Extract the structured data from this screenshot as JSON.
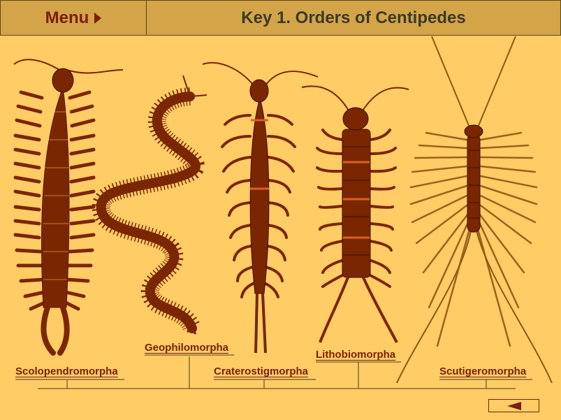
{
  "header": {
    "menu_label": "Menu",
    "title": "Key 1. Orders of Centipedes"
  },
  "orders": {
    "scolopendromorpha": "Scolopendromorpha",
    "geophilomorpha": "Geophilomorpha",
    "craterostigmorpha": "Craterostigmorpha",
    "lithobiomorpha": "Lithobiomorpha",
    "scutigeromorpha": "Scutigeromorpha"
  },
  "icons": {
    "menu_arrow": "triangle-right-icon",
    "back_arrow": "triangle-left-icon"
  },
  "colors": {
    "background": "#FFCC66",
    "header_bg": "#D4A448",
    "body_brown": "#7A2600",
    "label_red": "#7A1F0A",
    "title_text": "#3B3A24"
  }
}
